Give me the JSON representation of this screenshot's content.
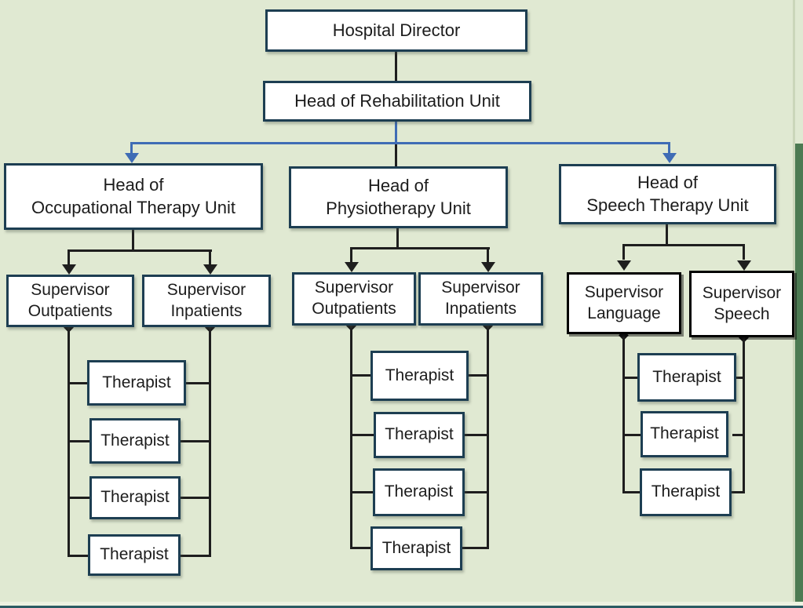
{
  "org": {
    "director": "Hospital Director",
    "rehab_head": "Head of Rehabilitation Unit",
    "groups": [
      {
        "head_line1": "Head of",
        "head_line2": "Occupational Therapy Unit",
        "supervisors": [
          "Supervisor Outpatients",
          "Supervisor Inpatients"
        ],
        "therapists": [
          "Therapist",
          "Therapist",
          "Therapist",
          "Therapist"
        ]
      },
      {
        "head_line1": "Head of",
        "head_line2": "Physiotherapy Unit",
        "supervisors": [
          "Supervisor Outpatients",
          "Supervisor Inpatients"
        ],
        "therapists": [
          "Therapist",
          "Therapist",
          "Therapist",
          "Therapist"
        ]
      },
      {
        "head_line1": "Head of",
        "head_line2": "Speech Therapy Unit",
        "supervisors": [
          "Supervisor Language",
          "Supervisor Speech"
        ],
        "therapists": [
          "Therapist",
          "Therapist",
          "Therapist"
        ]
      }
    ]
  },
  "colors": {
    "background": "#e0e9d2",
    "box_fill": "#ffffff",
    "box_border": "#1d3e52",
    "connector": "#1e1e1e",
    "branch_blue": "#3f6cb5",
    "right_edge_band": "#4c7a52",
    "bottom_edge_bar": "#2b5b63"
  }
}
